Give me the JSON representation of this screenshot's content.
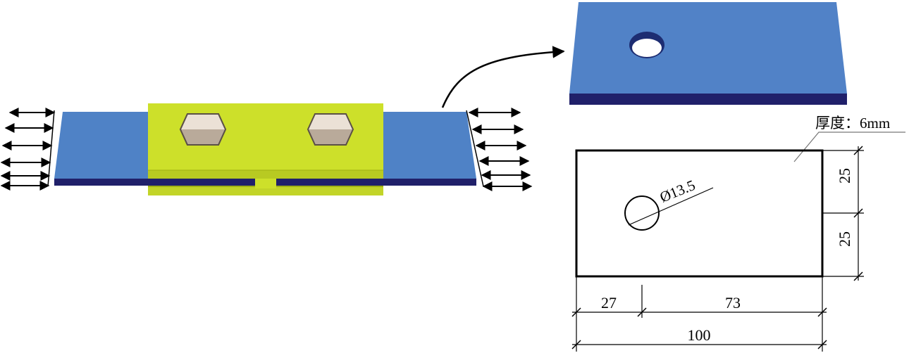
{
  "colors": {
    "plate_blue": "#4f82c6",
    "plate_blue_edge": "#20206a",
    "splice_yellow": "#cde02a",
    "splice_yellow_edge": "#9fb014",
    "bolt_head": "#d8cabb",
    "arrow": "#000000"
  },
  "icons": {
    "bolt": "hex-bolt-head",
    "load": "double-headed-arrow",
    "callout": "curved-arrow"
  },
  "annotations": {
    "thickness": "厚度：6mm",
    "hole_diameter": "Ø13.5",
    "dim_top_height": "25",
    "dim_bottom_height": "25",
    "dim_left_width": "27",
    "dim_right_width": "73",
    "dim_total_width": "100"
  }
}
